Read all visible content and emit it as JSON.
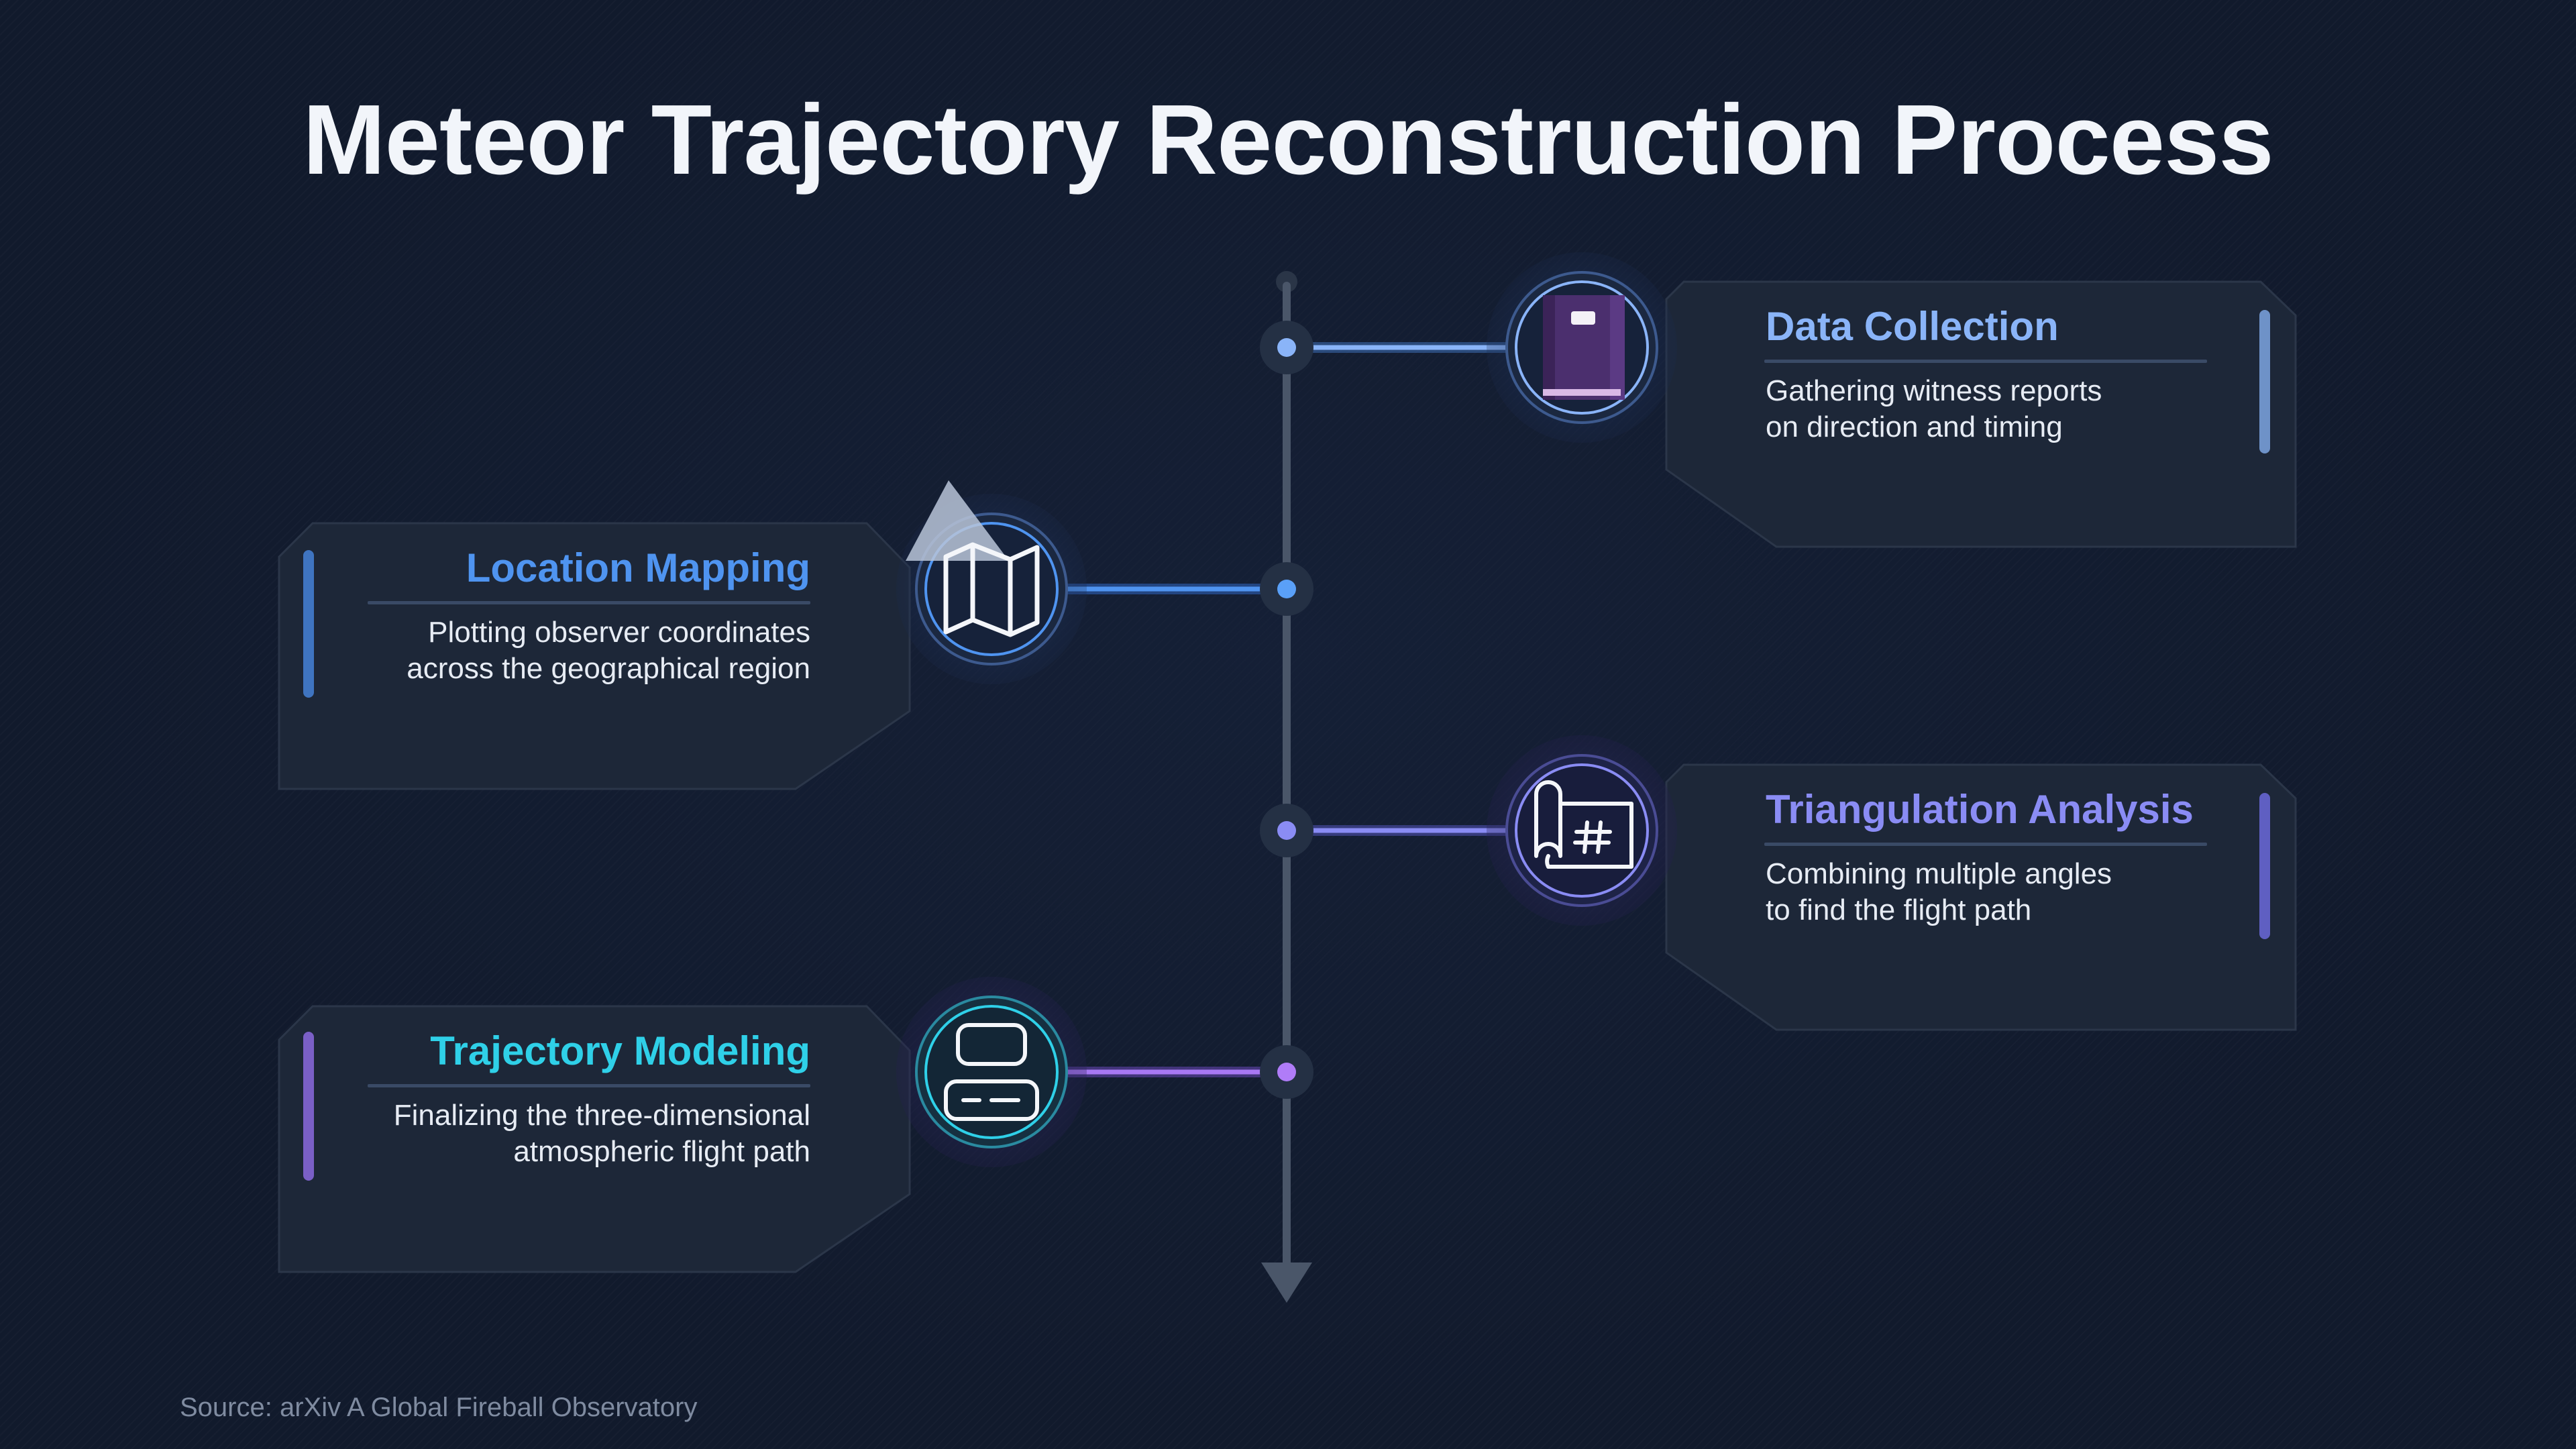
{
  "title": "Meteor Trajectory Reconstruction Process",
  "source": "Source: arXiv A Global Fireball Observatory",
  "colors": {
    "background": "#111a2c",
    "card": "#1d2738",
    "spine": "#4a5669",
    "blue": "#6aa8ff",
    "indigo": "#7b7cf0",
    "cyan": "#2fd0e8",
    "purple": "#9a6ee8"
  },
  "steps": [
    {
      "title": "Data Collection",
      "desc_line1": "Gathering witness reports",
      "desc_line2": "on direction and timing",
      "icon": "book-icon",
      "accent": "#8ab4f8",
      "bar": "#6e92c8"
    },
    {
      "title": "Location Mapping",
      "desc_line1": "Plotting observer coordinates",
      "desc_line2": "across the geographical region",
      "icon": "map-icon",
      "accent": "#4f94f0",
      "bar": "#3f74c0"
    },
    {
      "title": "Triangulation Analysis",
      "desc_line1": "Combining multiple angles",
      "desc_line2": "to find the flight path",
      "icon": "blueprint-icon",
      "accent": "#8a8cf4",
      "bar": "#5f5fc2"
    },
    {
      "title": "Trajectory Modeling",
      "desc_line1": "Finalizing the three-dimensional",
      "desc_line2": "atmospheric flight path",
      "icon": "layout-icon",
      "accent": "#2fd0e8",
      "bar": "#7a5fc6"
    }
  ]
}
